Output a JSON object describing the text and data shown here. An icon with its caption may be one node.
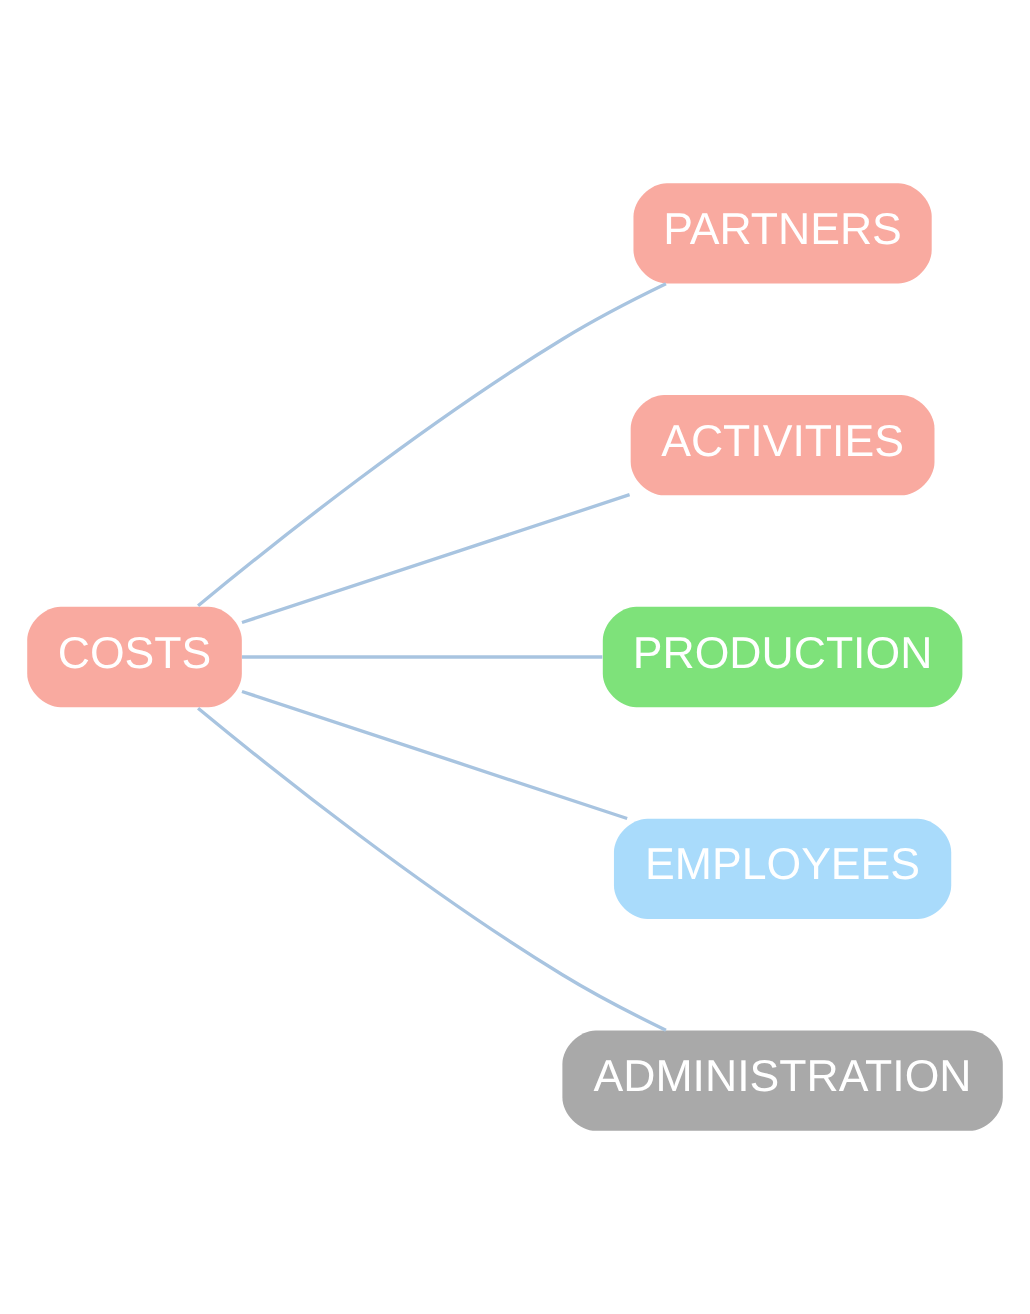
{
  "diagram": {
    "nodes": [
      {
        "text": [
          "COSTS"
        ]
      },
      {
        "text": [
          "PARTNERS"
        ]
      },
      {
        "text": [
          "ACTIVITIES"
        ]
      },
      {
        "text": [
          "PRODUCTION"
        ]
      },
      {
        "text": [
          "EMPLOYEES"
        ]
      },
      {
        "text": [
          "ADMINISTRATION"
        ]
      }
    ],
    "edges": [
      {
        "from": 0,
        "to": 1,
        "arrow": "none"
      },
      {
        "from": 0,
        "to": 2,
        "arrow": "none"
      },
      {
        "from": 0,
        "to": 3,
        "arrow": "none"
      },
      {
        "from": 0,
        "to": 4,
        "arrow": "none"
      },
      {
        "from": 0,
        "to": 5,
        "arrow": "none"
      }
    ]
  }
}
